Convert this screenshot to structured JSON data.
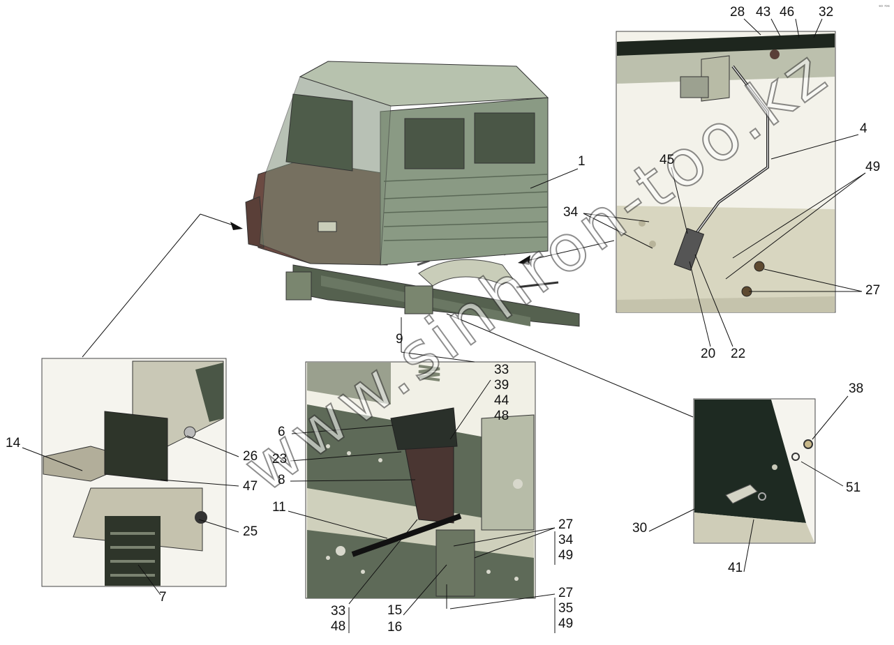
{
  "corner_mark": "ᵉᵒ ʳᵒᵉ",
  "watermark": "www.sinhron-too.kz",
  "labels": {
    "l1": "1",
    "l4": "4",
    "l6": "6",
    "l7": "7",
    "l8": "8",
    "l9": "9",
    "l11": "11",
    "l14": "14",
    "l15": "15",
    "l16": "16",
    "l20": "20",
    "l22": "22",
    "l23": "23",
    "l25": "25",
    "l26": "26",
    "l27": "27",
    "l28": "28",
    "l30": "30",
    "l32": "32",
    "l34": "34",
    "l38": "38",
    "l41": "41",
    "l43": "43",
    "l45": "45",
    "l46": "46",
    "l47": "47",
    "l49": "49",
    "l51": "51",
    "stack_a": [
      "33",
      "39",
      "44",
      "48"
    ],
    "stack_b": [
      "27",
      "34",
      "49"
    ],
    "stack_c": [
      "27",
      "35",
      "49"
    ],
    "stack_d": [
      "33",
      "48"
    ]
  },
  "colors": {
    "cab_body": "#8a9a84",
    "cab_roof": "#b7c2ae",
    "cab_lower": "#6b4a42",
    "frame": "#5e6a58",
    "plate": "#d8d6c0",
    "dark_panel": "#1f2b22",
    "outline": "#333333"
  }
}
